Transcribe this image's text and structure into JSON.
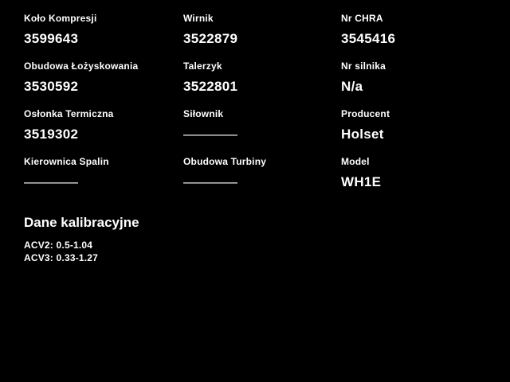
{
  "colors": {
    "background": "#000000",
    "text": "#ffffff"
  },
  "parts_grid": {
    "cells": [
      {
        "label": "Koło Kompresji",
        "value": "3599643"
      },
      {
        "label": "Wirnik",
        "value": "3522879"
      },
      {
        "label": "Nr CHRA",
        "value": "3545416"
      },
      {
        "label": "Obudowa Łożyskowania",
        "value": "3530592"
      },
      {
        "label": "Talerzyk",
        "value": "3522801"
      },
      {
        "label": "Nr silnika",
        "value": "N/a"
      },
      {
        "label": "Osłonka Termiczna",
        "value": "3519302"
      },
      {
        "label": "Siłownik",
        "value": "————"
      },
      {
        "label": "Producent",
        "value": "Holset"
      },
      {
        "label": "Kierownica Spalin",
        "value": "————"
      },
      {
        "label": "Obudowa Turbiny",
        "value": "————"
      },
      {
        "label": "Model",
        "value": "WH1E"
      }
    ]
  },
  "calibration": {
    "title": "Dane kalibracyjne",
    "lines": [
      "ACV2: 0.5-1.04",
      "ACV3: 0.33-1.27"
    ]
  }
}
